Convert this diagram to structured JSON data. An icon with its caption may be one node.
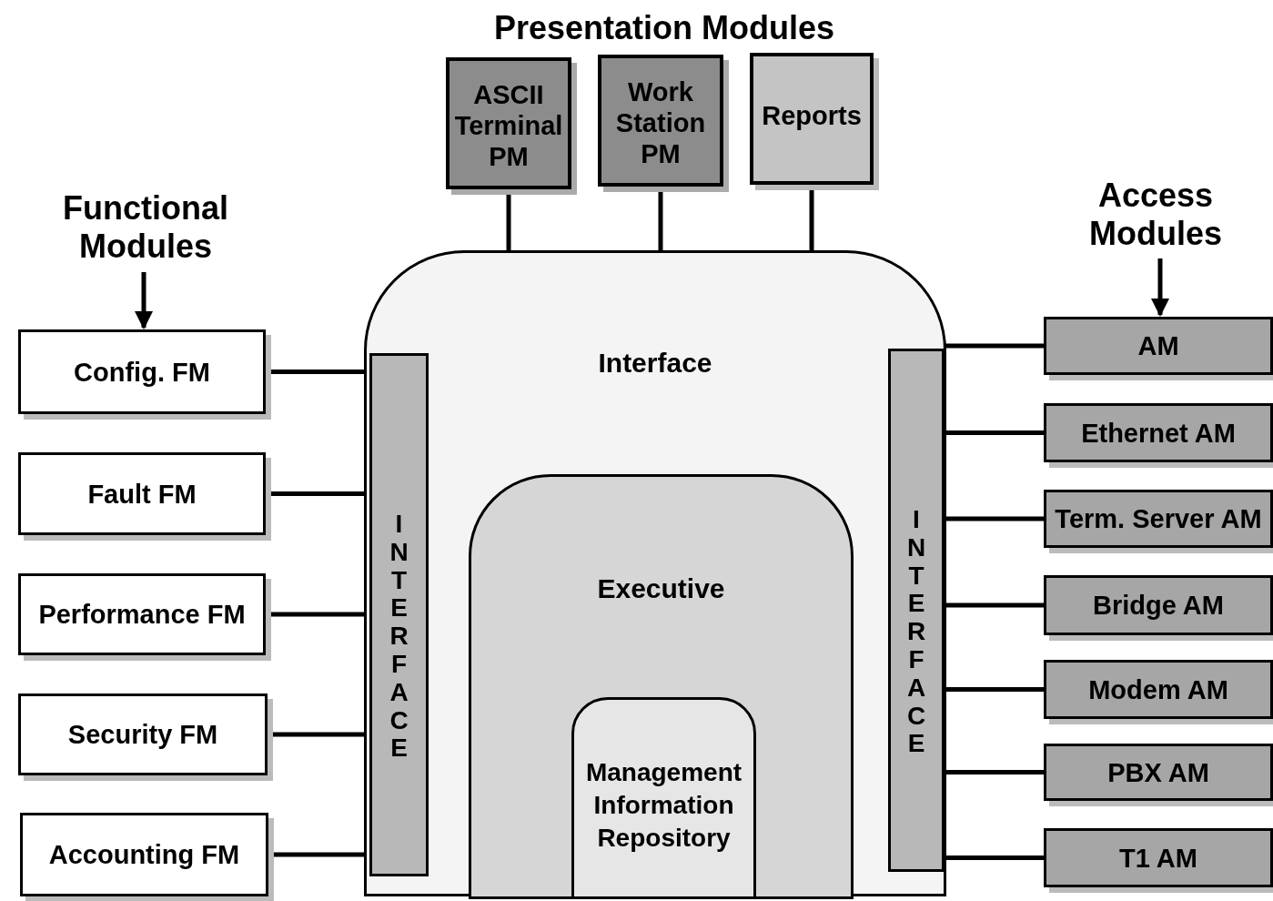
{
  "diagram": {
    "nodes": [
      {
        "text": [
          "Interface"
        ]
      },
      {
        "text": [
          "INTERFACE"
        ],
        "in": 0
      },
      {
        "text": [
          "INTERFACE"
        ],
        "in": 0
      },
      {
        "text": [
          "Executive"
        ],
        "in": 0
      },
      {
        "text": [
          "Management Information Repository"
        ],
        "in": 3
      },
      {
        "text": [
          "ASCII Terminal PM"
        ]
      },
      {
        "text": [
          "Work Station PM"
        ]
      },
      {
        "text": [
          "Reports"
        ]
      },
      {
        "text": [
          "Config. FM"
        ]
      },
      {
        "text": [
          "Fault FM"
        ]
      },
      {
        "text": [
          "Performance FM"
        ]
      },
      {
        "text": [
          "Security FM"
        ]
      },
      {
        "text": [
          "Accounting FM"
        ]
      },
      {
        "text": [
          "AM"
        ]
      },
      {
        "text": [
          "Ethernet AM"
        ]
      },
      {
        "text": [
          "Term. Server AM"
        ]
      },
      {
        "text": [
          "Bridge AM"
        ]
      },
      {
        "text": [
          "Modem AM"
        ]
      },
      {
        "text": [
          "PBX AM"
        ]
      },
      {
        "text": [
          "T1 AM"
        ]
      },
      {
        "text": [
          "Functional Modules"
        ]
      },
      {
        "text": [
          "Access Modules"
        ]
      }
    ],
    "edges": [
      {
        "from": 5,
        "to": 0,
        "arrow": "none"
      },
      {
        "from": 6,
        "to": 0,
        "arrow": "none"
      },
      {
        "from": 7,
        "to": 0,
        "arrow": "none"
      },
      {
        "from": 8,
        "to": 1,
        "arrow": "none"
      },
      {
        "from": 9,
        "to": 1,
        "arrow": "none"
      },
      {
        "from": 10,
        "to": 1,
        "arrow": "none"
      },
      {
        "from": 11,
        "to": 1,
        "arrow": "none"
      },
      {
        "from": 12,
        "to": 1,
        "arrow": "none"
      },
      {
        "from": 2,
        "to": 13,
        "arrow": "none"
      },
      {
        "from": 2,
        "to": 14,
        "arrow": "none"
      },
      {
        "from": 2,
        "to": 15,
        "arrow": "none"
      },
      {
        "from": 2,
        "to": 16,
        "arrow": "none"
      },
      {
        "from": 2,
        "to": 17,
        "arrow": "none"
      },
      {
        "from": 2,
        "to": 18,
        "arrow": "none"
      },
      {
        "from": 2,
        "to": 19,
        "arrow": "none"
      },
      {
        "from": 20,
        "to": 8,
        "arrow": "to"
      },
      {
        "from": 21,
        "to": 13,
        "arrow": "to"
      }
    ],
    "labels": [
      "Presentation Modules"
    ]
  }
}
